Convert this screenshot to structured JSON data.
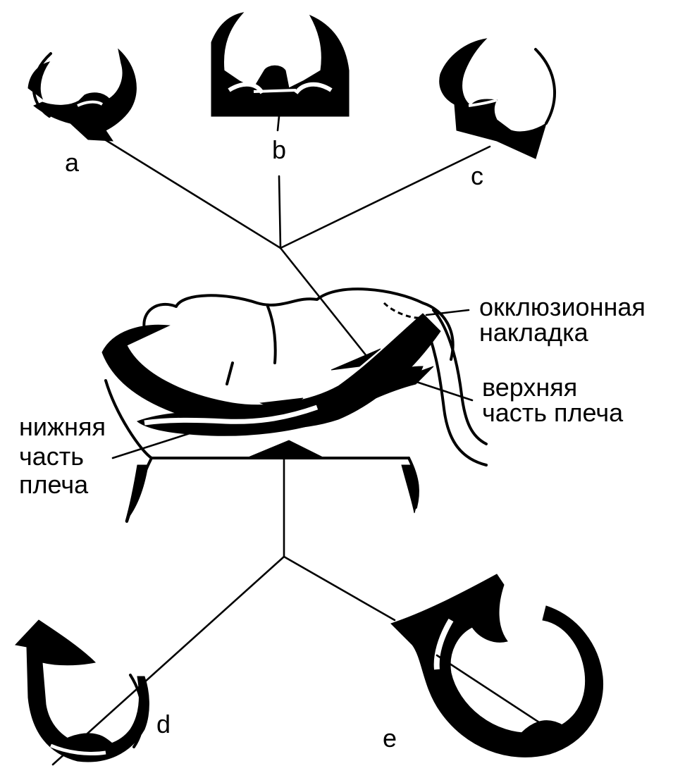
{
  "labels": {
    "a": "a",
    "b": "b",
    "c": "c",
    "d": "d",
    "e": "e",
    "occlusal_rest": [
      "окклюзионная",
      "накладка"
    ],
    "upper_arm": [
      "верхняя",
      "часть плеча"
    ],
    "lower_arm": [
      "нижняя",
      "часть",
      "плеча"
    ]
  }
}
